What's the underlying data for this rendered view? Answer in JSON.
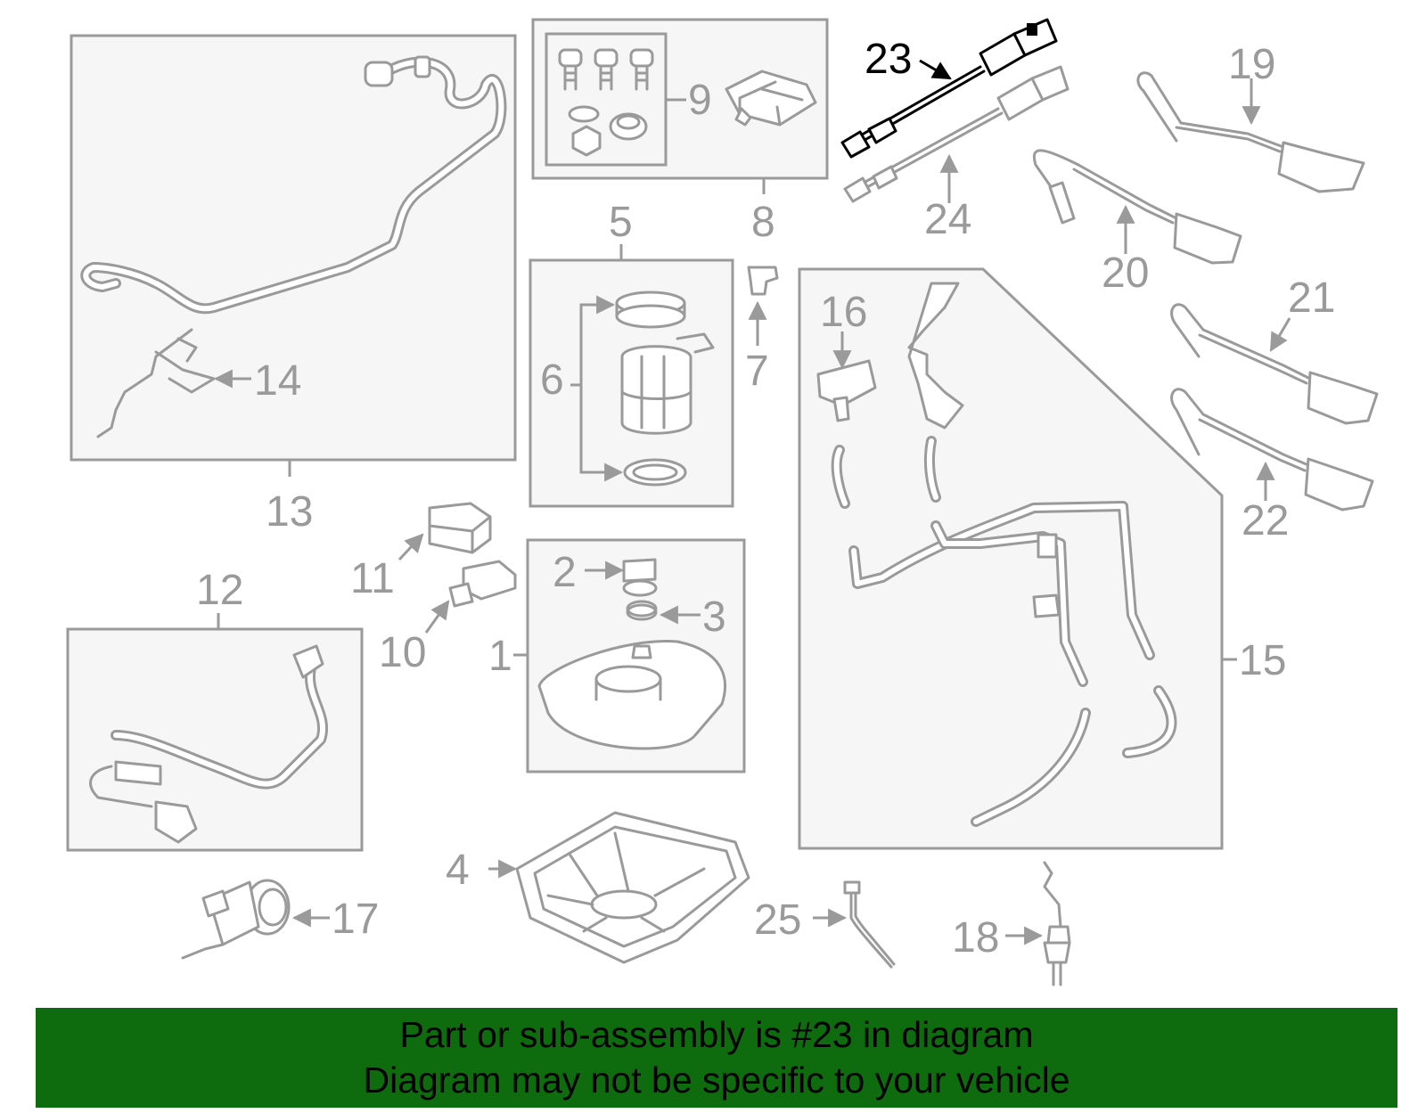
{
  "colors": {
    "banner": "#0e6b0e",
    "linework": "#9a9a9a",
    "highlight": "#000000",
    "box_fill": "#f6f6f6"
  },
  "labels": {
    "p1": "1",
    "p2": "2",
    "p3": "3",
    "p4": "4",
    "p5": "5",
    "p6": "6",
    "p7": "7",
    "p8": "8",
    "p9": "9",
    "p10": "10",
    "p11": "11",
    "p12": "12",
    "p13": "13",
    "p14": "14",
    "p15": "15",
    "p16": "16",
    "p17": "17",
    "p18": "18",
    "p19": "19",
    "p20": "20",
    "p21": "21",
    "p22": "22",
    "p23": "23",
    "p24": "24",
    "p25": "25"
  },
  "highlighted_part": "23",
  "banner": {
    "line1": "Part or sub-assembly is #23 in diagram",
    "line2": "Diagram may not be specific to your vehicle"
  }
}
